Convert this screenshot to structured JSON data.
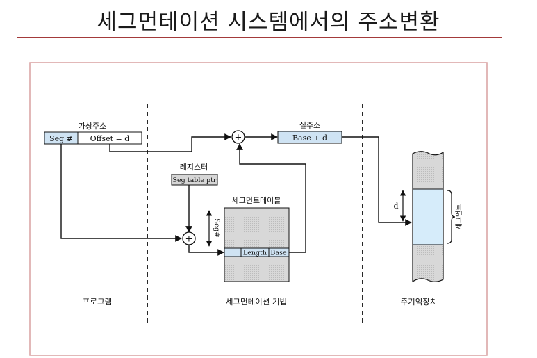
{
  "title": "세그먼테이션 시스템에서의 주소변환",
  "colors": {
    "title_rule": "#a33a3a",
    "frame_border": "#d9a0a0",
    "address_box_fill": "#cfe3f3",
    "table_fill": "#d6d6d6",
    "memory_fill": "#d0d0d0",
    "segment_fill": "#d6ecfa"
  },
  "diagram": {
    "virtual_address_label": "가상주소",
    "seg_num": "Seg #",
    "offset": "Offset = d",
    "register_label": "레지스터",
    "seg_table_ptr": "Seg table ptr",
    "seg_table_label": "세그먼트테이블",
    "seg_index_label": "Seg#",
    "length": "Length",
    "base": "Base",
    "real_address_label": "실주소",
    "base_plus_d": "Base + d",
    "d_label": "d",
    "segment_label": "세그먼트",
    "adder_symbol": "+",
    "section_program": "프로그램",
    "section_mechanism": "세그먼테이션 기법",
    "section_memory": "주기억장치"
  }
}
